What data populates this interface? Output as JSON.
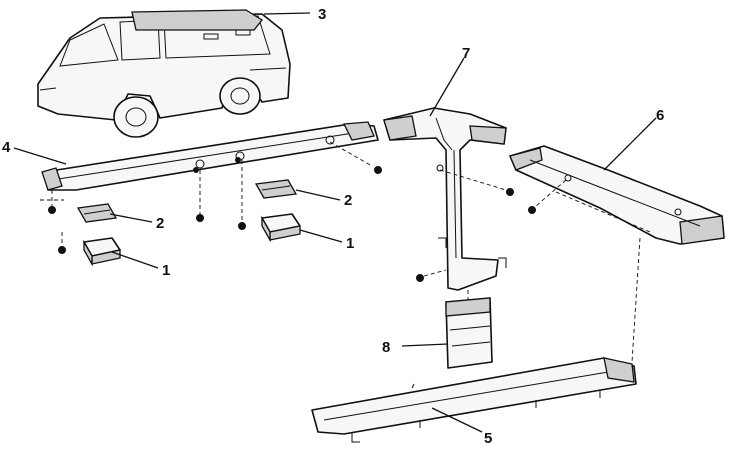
{
  "labels": {
    "p1": "1",
    "p2": "2",
    "p3": "3",
    "p4": "4",
    "p5": "5",
    "p6": "6",
    "p7": "7",
    "p8": "8"
  }
}
